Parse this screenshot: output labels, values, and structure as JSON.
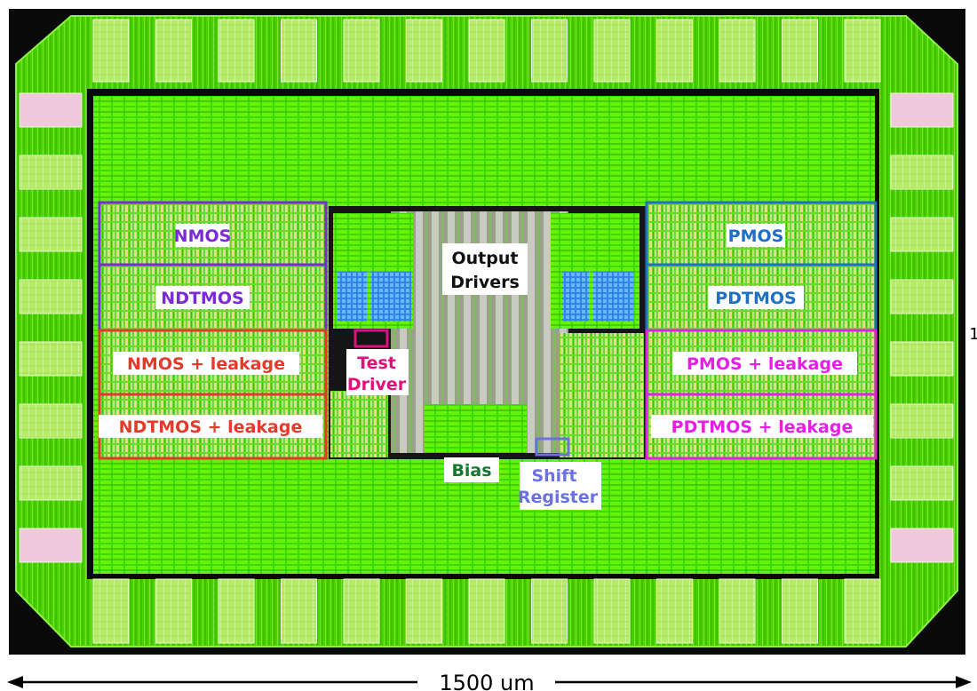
{
  "colors": {
    "die_background": "#0a0a0a",
    "metal_green": "#5cf000",
    "pad_light_green": "#c8f07a",
    "bond_pad_pink": "#f0c8dc",
    "nmos_box": "#7a2bd6",
    "pmos_box": "#1f6fc4",
    "nmos_leak_box": "#e33a2a",
    "pmos_leak_box": "#e61ee6",
    "test_driver": "#e0107a",
    "bias": "#0e7a2a",
    "shift_register": "#6b72e0",
    "output_drivers": "#111111"
  },
  "labels": {
    "nmos": "NMOS",
    "ndtmos": "NDTMOS",
    "nmos_leakage": "NMOS + leakage",
    "ndtmos_leakage": "NDTMOS + leakage",
    "pmos": "PMOS",
    "pdtmos": "PDTMOS",
    "pmos_leakage": "PMOS + leakage",
    "pdtmos_leakage": "PDTMOS + leakage",
    "output_drivers_line1": "Output",
    "output_drivers_line2": "Drivers",
    "test_driver_line1": "Test",
    "test_driver_line2": "Driver",
    "bias": "Bias",
    "shift_register_line1": "Shift",
    "shift_register_line2": "Register"
  },
  "scale_bar": {
    "label": "1500 um"
  },
  "side_label": {
    "text": "1"
  }
}
